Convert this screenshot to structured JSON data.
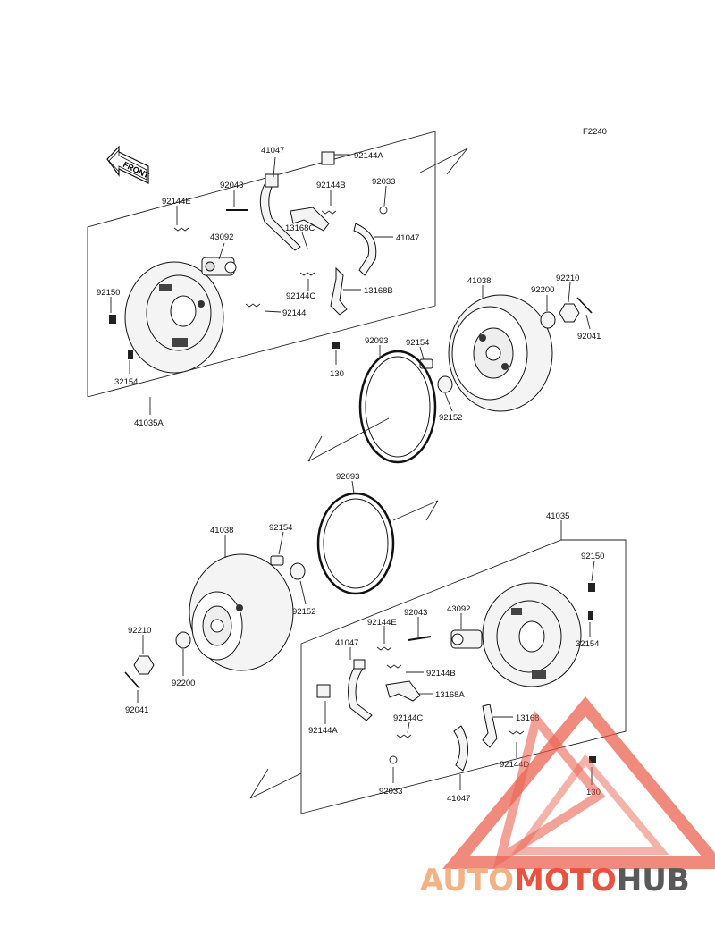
{
  "figure_code": "F2240",
  "front_label": "FRONT",
  "watermark": {
    "part1": "AUTO",
    "part2": "MOTO",
    "part3": "HUB",
    "color_light": "#f4b183",
    "color_mid": "#e8533f",
    "color_dark": "#595959"
  },
  "upper": {
    "p41047a": "41047",
    "p92144A": "92144A",
    "p92043": "92043",
    "p92144B": "92144B",
    "p92033": "92033",
    "p92144E": "92144E",
    "p43092": "43092",
    "p13168C": "13168C",
    "p41047b": "41047",
    "p92150": "92150",
    "p92144C": "92144C",
    "p13168B": "13168B",
    "p92144": "92144",
    "p41038": "41038",
    "p92210": "92210",
    "p92200": "92200",
    "p92041": "92041",
    "p92093": "92093",
    "p92154": "92154",
    "p130": "130",
    "p32154": "32154",
    "p92152": "92152",
    "p41035A": "41035A"
  },
  "lower": {
    "p92093": "92093",
    "p41035": "41035",
    "p41038": "41038",
    "p92154": "92154",
    "p92150": "92150",
    "p92152": "92152",
    "p92043": "92043",
    "p43092": "43092",
    "p92144E": "92144E",
    "p92210": "92210",
    "p41047a": "41047",
    "p32154": "32154",
    "p92200": "92200",
    "p92144B": "92144B",
    "p13168A": "13168A",
    "p92041": "92041",
    "p92144A": "92144A",
    "p92144C": "92144C",
    "p13168": "13168",
    "p92144D": "92144D",
    "p92033": "92033",
    "p41047b": "41047",
    "p130": "130"
  }
}
